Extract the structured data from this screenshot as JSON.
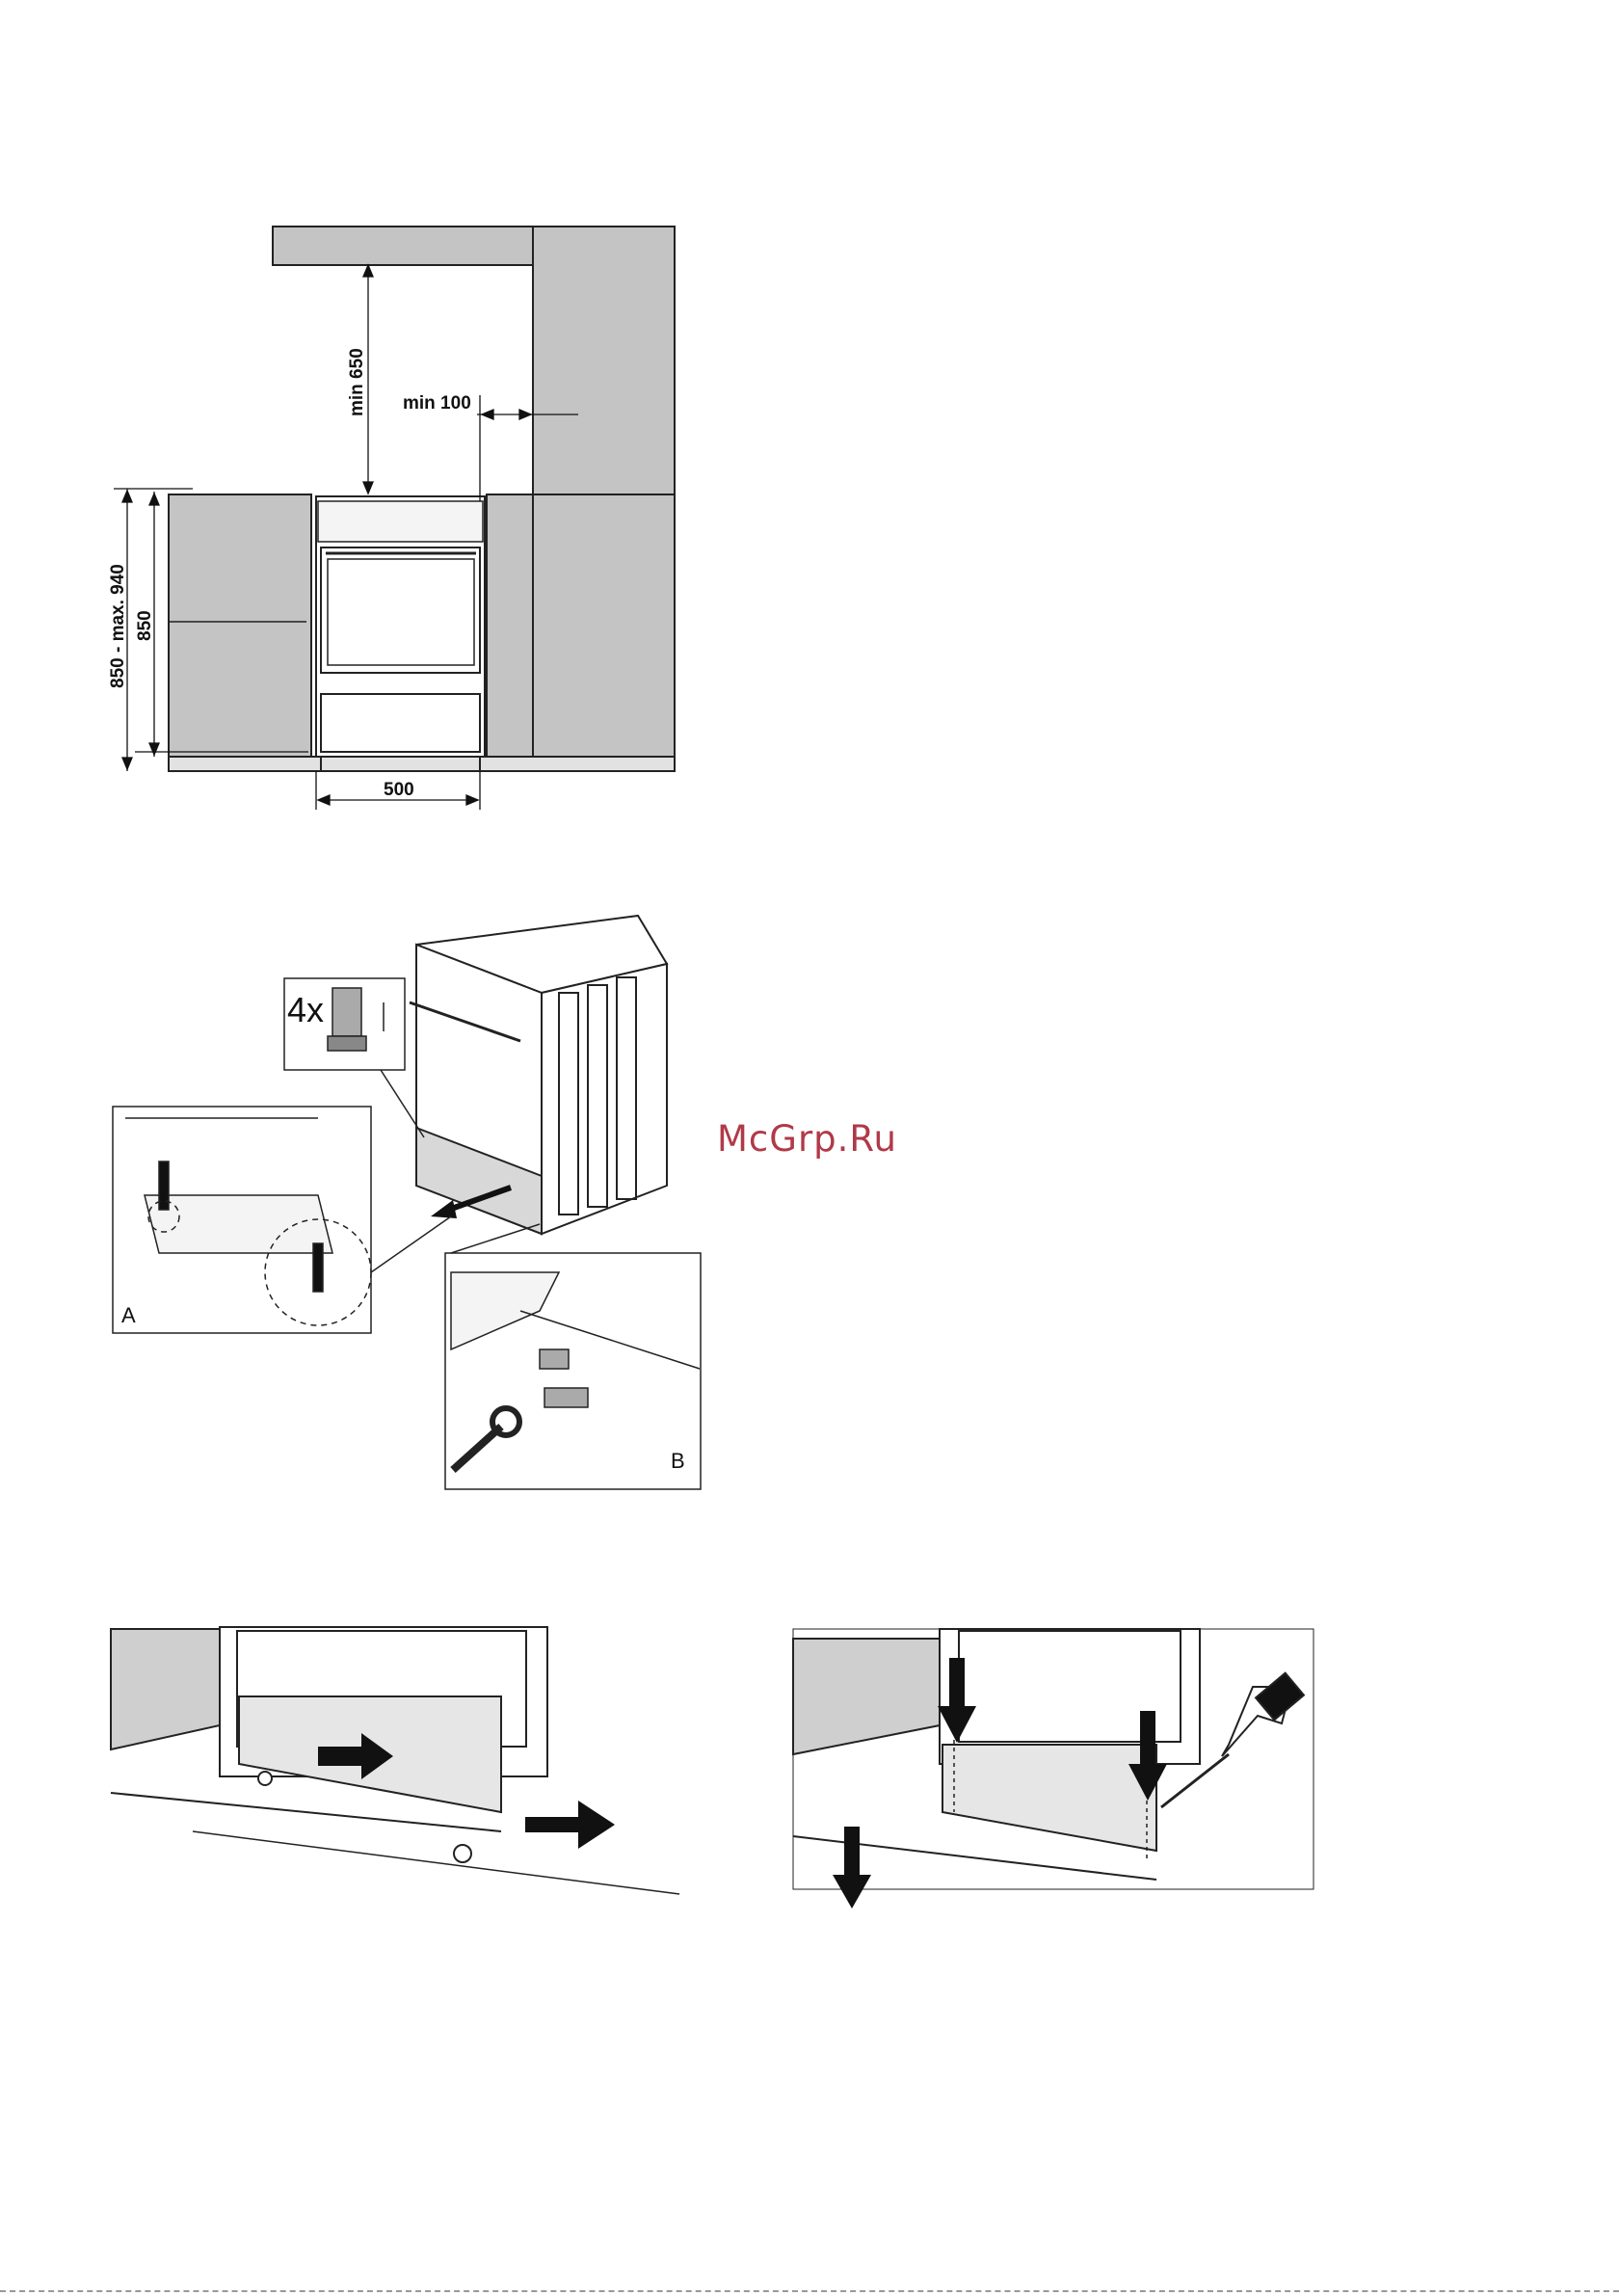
{
  "figure1": {
    "dim_min650": "min 650",
    "dim_min100": "min 100",
    "dim_850_940": "850 - max. 940",
    "dim_850": "850",
    "dim_500": "500"
  },
  "figure2": {
    "quantity": "4x",
    "label_a": "A",
    "label_b": "B"
  },
  "watermark": "McGrp.Ru",
  "colors": {
    "cabinet": "#c4c4c4",
    "line": "#222222",
    "watermark": "#b03a48",
    "panel": "#d8d8d8"
  }
}
